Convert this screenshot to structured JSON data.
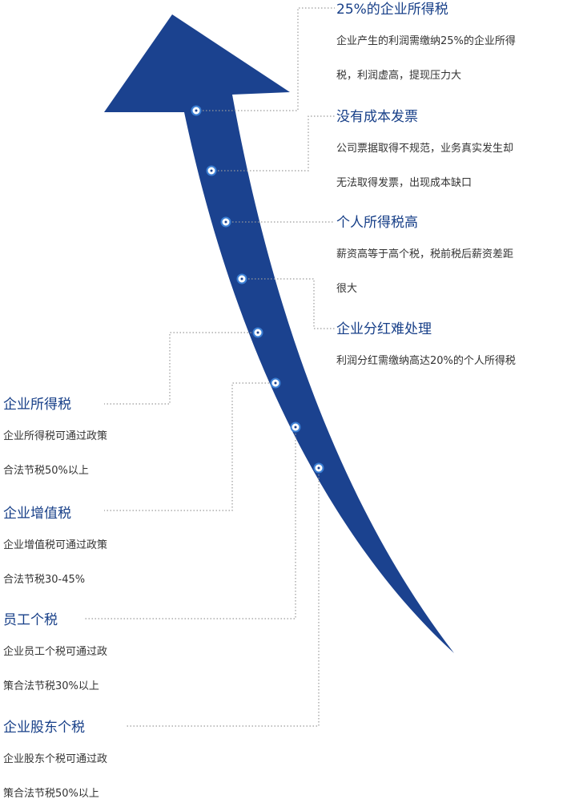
{
  "colors": {
    "arrow": "#1b428f",
    "title": "#173f88",
    "text": "#333333",
    "leader": "#9a9a9a"
  },
  "right_items": [
    {
      "title": "25%的企业所得税",
      "lines": [
        "企业产生的利润需缴纳25%的企业所得",
        "税，利润虚高，提现压力大"
      ]
    },
    {
      "title": "没有成本发票",
      "lines": [
        "公司票据取得不规范，业务真实发生却",
        "无法取得发票，出现成本缺口"
      ]
    },
    {
      "title": "个人所得税高",
      "lines": [
        "薪资高等于高个税，税前税后薪资差距",
        "很大"
      ]
    },
    {
      "title": "企业分红难处理",
      "lines": [
        "利润分红需缴纳高达20%的个人所得税"
      ]
    }
  ],
  "left_items": [
    {
      "title": "企业所得税",
      "lines": [
        "企业所得税可通过政策",
        "合法节税50%以上"
      ]
    },
    {
      "title": "企业增值税",
      "lines": [
        "企业增值税可通过政策",
        "合法节税30-45%"
      ]
    },
    {
      "title": "员工个税",
      "lines": [
        "企业员工个税可通过政",
        "策合法节税30%以上"
      ]
    },
    {
      "title": "企业股东个税",
      "lines": [
        "企业股东个税可通过政",
        "策合法节税50%以上"
      ]
    }
  ]
}
